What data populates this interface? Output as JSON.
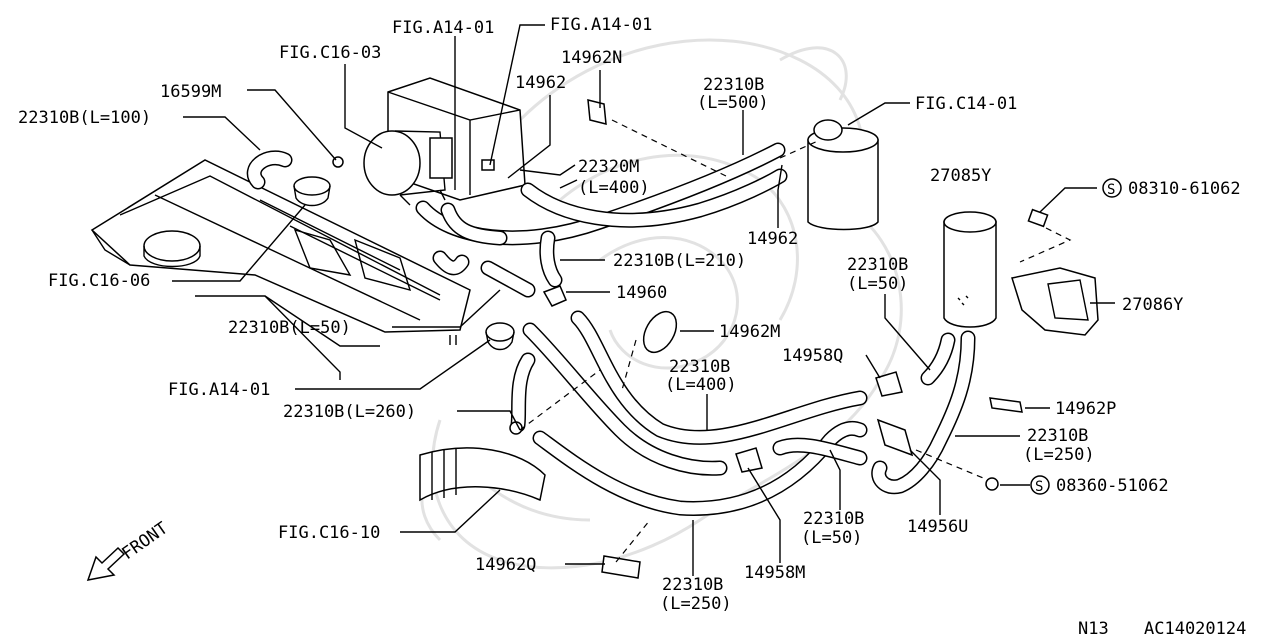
{
  "diagram": {
    "labels": {
      "fig_a14_01_left": "FIG.A14-01",
      "fig_a14_01_right": "FIG.A14-01",
      "p14962n": "14962N",
      "fig_c16_03": "FIG.C16-03",
      "p14962_top": "14962",
      "p22310b_l500_a": "22310B",
      "p22310b_l500_b": "(L=500)",
      "fig_c14_01": "FIG.C14-01",
      "p16599m": "16599M",
      "p22310b_l100": "22310B(L=100)",
      "p22320m_a": "22320M",
      "p22320m_b": "(L=400)",
      "p27085y": "27085Y",
      "p08310_61062": "08310-61062",
      "p14962_mid": "14962",
      "fig_c16_06": "FIG.C16-06",
      "p22310b_l210": "22310B(L=210)",
      "p22310b_l50_a": "22310B",
      "p22310b_l50_b": "(L=50)",
      "p27086y": "27086Y",
      "p14960": "14960",
      "p22310b_l50_left": "22310B(L=50)",
      "p14962m": "14962M",
      "p14958q": "14958Q",
      "p22310b_l400_a": "22310B",
      "p22310b_l400_b": "(L=400)",
      "fig_a14_01_bottom": "FIG.A14-01",
      "p22310b_l260": "22310B(L=260)",
      "p14962p": "14962P",
      "p22310b_l250_r_a": "22310B",
      "p22310b_l250_r_b": "(L=250)",
      "p08360_51062": "08360-51062",
      "p22310b_l50_bot_a": "22310B",
      "p22310b_l50_bot_b": "(L=50)",
      "p14956u": "14956U",
      "fig_c16_10": "FIG.C16-10",
      "p14962q": "14962Q",
      "p22310b_l250_bot_a": "22310B",
      "p22310b_l250_bot_b": "(L=250)",
      "p14958m": "14958M",
      "front": "FRONT",
      "footer_left": "N13",
      "footer_right": "AC14020124",
      "circle_s_a": "S",
      "circle_s_b": "S"
    }
  }
}
